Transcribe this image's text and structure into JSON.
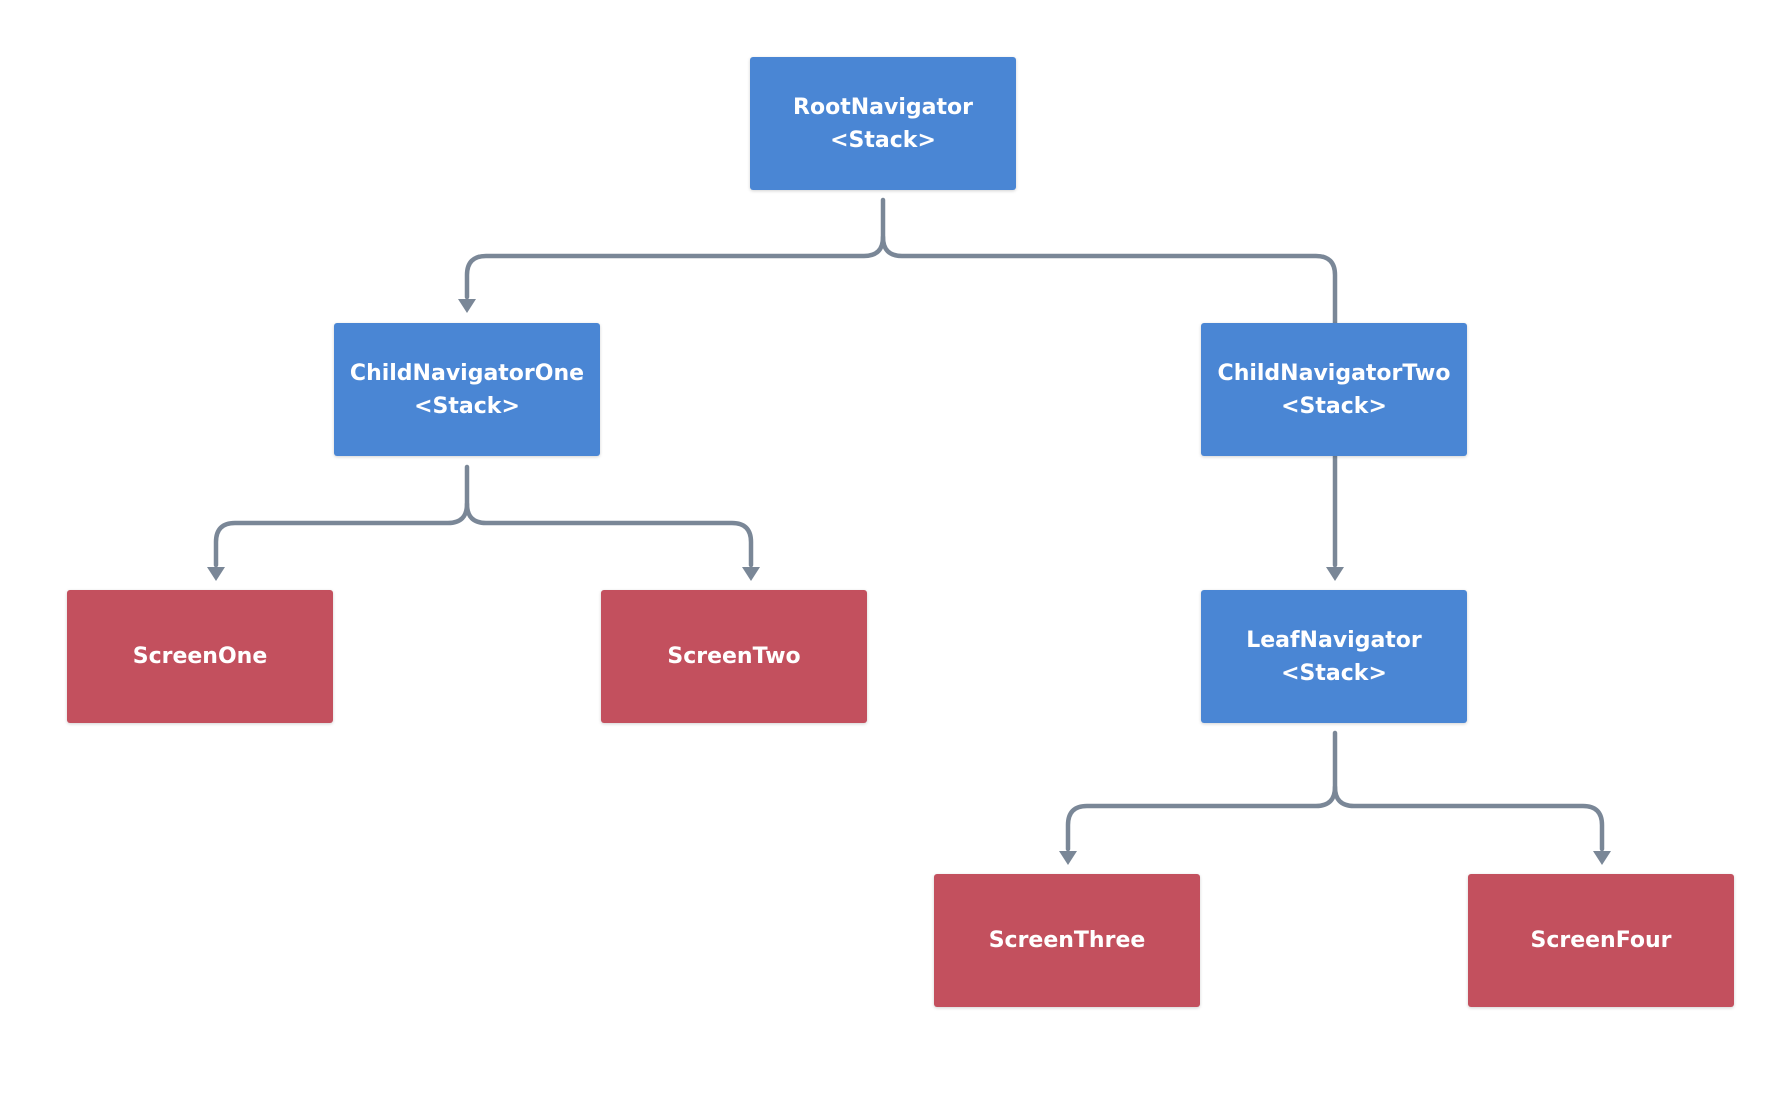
{
  "colors": {
    "navigator": "#4a86d4",
    "screen": "#c3505e",
    "connector": "#7a8797",
    "background": "#ffffff",
    "text": "#ffffff"
  },
  "nodes": {
    "root": {
      "name": "RootNavigator",
      "type": "<Stack>"
    },
    "child_one": {
      "name": "ChildNavigatorOne",
      "type": "<Stack>"
    },
    "child_two": {
      "name": "ChildNavigatorTwo",
      "type": "<Stack>"
    },
    "leaf": {
      "name": "LeafNavigator",
      "type": "<Stack>"
    },
    "screen_one": {
      "name": "ScreenOne"
    },
    "screen_two": {
      "name": "ScreenTwo"
    },
    "screen_three": {
      "name": "ScreenThree"
    },
    "screen_four": {
      "name": "ScreenFour"
    }
  },
  "edges": [
    {
      "from": "root",
      "to": "child_one"
    },
    {
      "from": "root",
      "to": "child_two"
    },
    {
      "from": "child_one",
      "to": "screen_one"
    },
    {
      "from": "child_one",
      "to": "screen_two"
    },
    {
      "from": "child_two",
      "to": "leaf"
    },
    {
      "from": "leaf",
      "to": "screen_three"
    },
    {
      "from": "leaf",
      "to": "screen_four"
    }
  ]
}
